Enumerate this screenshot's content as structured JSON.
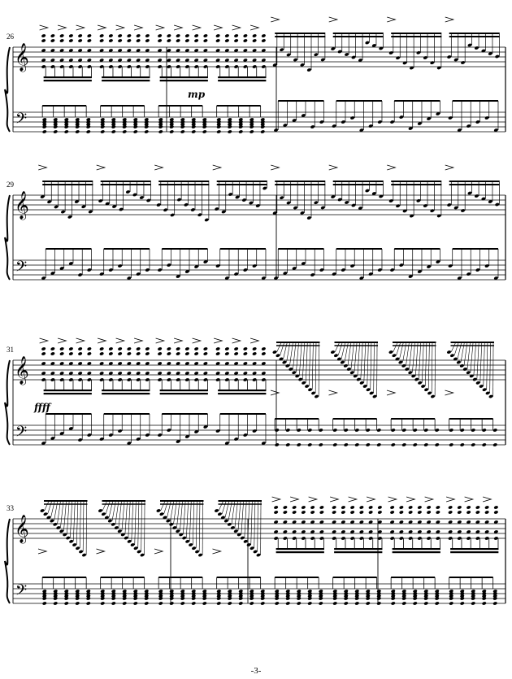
{
  "page": {
    "page_number": "-3-"
  },
  "systems": [
    {
      "measure_numbers": [
        "26"
      ],
      "treble_pattern": [
        "chord",
        "chord",
        "chord",
        "chord",
        "run",
        "run",
        "run",
        "run"
      ],
      "bass_pattern": [
        "block",
        "block",
        "block",
        "block",
        "arp",
        "arp",
        "arp",
        "arp"
      ],
      "dynamics": [
        {
          "text": "mp",
          "measure": 2
        }
      ]
    },
    {
      "measure_numbers": [
        "29"
      ],
      "treble_pattern": [
        "run",
        "run",
        "run",
        "run",
        "run",
        "run",
        "run",
        "run"
      ],
      "bass_pattern": [
        "arp",
        "arp",
        "arp",
        "arp",
        "arp",
        "arp",
        "arp",
        "arp"
      ],
      "dynamics": []
    },
    {
      "measure_numbers": [
        "31"
      ],
      "treble_pattern": [
        "chord",
        "chord",
        "chord",
        "chord",
        "gliss",
        "gliss",
        "gliss",
        "gliss"
      ],
      "bass_pattern": [
        "arp",
        "arp",
        "arp",
        "arp",
        "octave",
        "octave",
        "octave",
        "octave"
      ],
      "dynamics": [
        {
          "text": "ffff",
          "measure": 1
        }
      ]
    },
    {
      "measure_numbers": [
        "33"
      ],
      "treble_pattern": [
        "gliss",
        "gliss",
        "gliss",
        "gliss",
        "chord",
        "chord",
        "chord",
        "chord"
      ],
      "bass_pattern": [
        "block",
        "block",
        "block",
        "block",
        "block",
        "block",
        "block",
        "block"
      ],
      "dynamics": []
    }
  ]
}
